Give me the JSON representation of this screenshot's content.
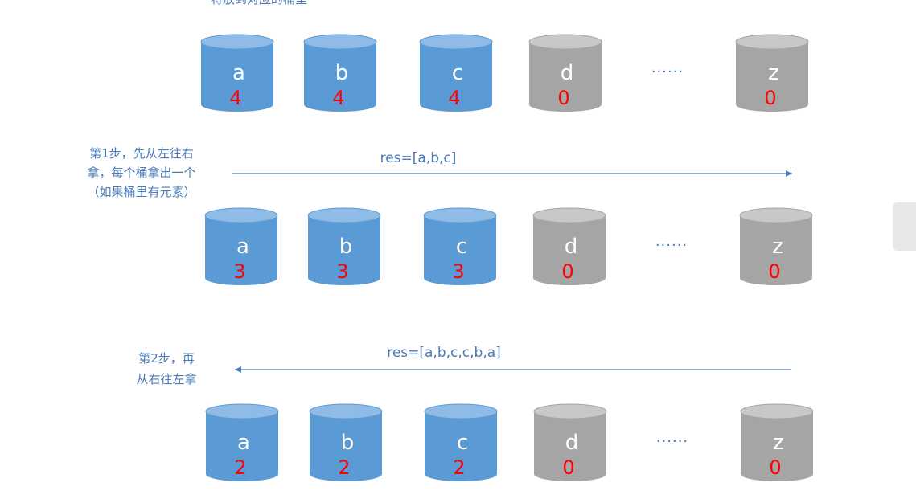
{
  "top_caption": "将放到对应的桶里",
  "colors": {
    "filled_bucket": "#5b9bd5",
    "filled_bucket_top": "#8fbbe6",
    "empty_bucket": "#a5a5a5",
    "empty_bucket_top": "#c8c8c8",
    "count_text": "#ff0000",
    "annotation": "#4a7ab8"
  },
  "rows": [
    {
      "buckets": [
        {
          "letter": "a",
          "count": "4",
          "filled": true
        },
        {
          "letter": "b",
          "count": "4",
          "filled": true
        },
        {
          "letter": "c",
          "count": "4",
          "filled": true
        },
        {
          "letter": "d",
          "count": "0",
          "filled": false
        },
        {
          "letter": "z",
          "count": "0",
          "filled": false
        }
      ],
      "ellipsis": "......"
    },
    {
      "step_lines": [
        "第1步，先从左往右",
        "拿，每个桶拿出一个",
        "（如果桶里有元素）"
      ],
      "res": "res=[a,b,c]",
      "arrow_direction": "right",
      "buckets": [
        {
          "letter": "a",
          "count": "3",
          "filled": true
        },
        {
          "letter": "b",
          "count": "3",
          "filled": true
        },
        {
          "letter": "c",
          "count": "3",
          "filled": true
        },
        {
          "letter": "d",
          "count": "0",
          "filled": false
        },
        {
          "letter": "z",
          "count": "0",
          "filled": false
        }
      ],
      "ellipsis": "......"
    },
    {
      "step_lines": [
        "第2步，再",
        "从右往左拿"
      ],
      "res": "res=[a,b,c,c,b,a]",
      "arrow_direction": "left",
      "buckets": [
        {
          "letter": "a",
          "count": "2",
          "filled": true
        },
        {
          "letter": "b",
          "count": "2",
          "filled": true
        },
        {
          "letter": "c",
          "count": "2",
          "filled": true
        },
        {
          "letter": "d",
          "count": "0",
          "filled": false
        },
        {
          "letter": "z",
          "count": "0",
          "filled": false
        }
      ],
      "ellipsis": "......"
    }
  ]
}
